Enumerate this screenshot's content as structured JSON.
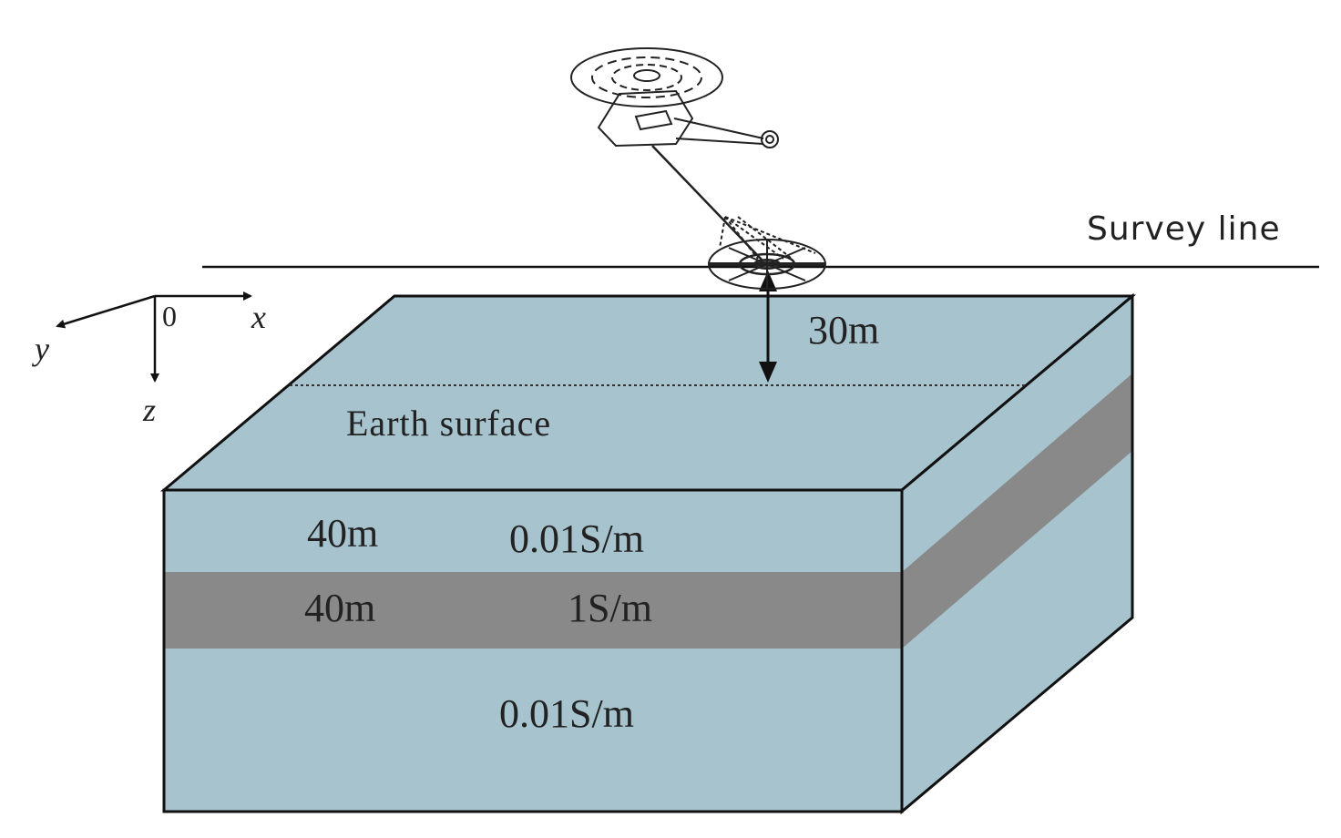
{
  "labels": {
    "survey_line": "Survey line",
    "height": "30m",
    "earth_surface": "Earth surface",
    "layer1_thickness": "40m",
    "layer1_conductivity": "0.01S/m",
    "layer2_thickness": "40m",
    "layer2_conductivity": "1S/m",
    "halfspace_conductivity": "0.01S/m",
    "axis_origin": "0",
    "axis_x": "x",
    "axis_y": "y",
    "axis_z": "z"
  },
  "colors": {
    "resistive_layer": "#a6c3ce",
    "conductive_layer": "#898989",
    "outline": "#111111"
  }
}
